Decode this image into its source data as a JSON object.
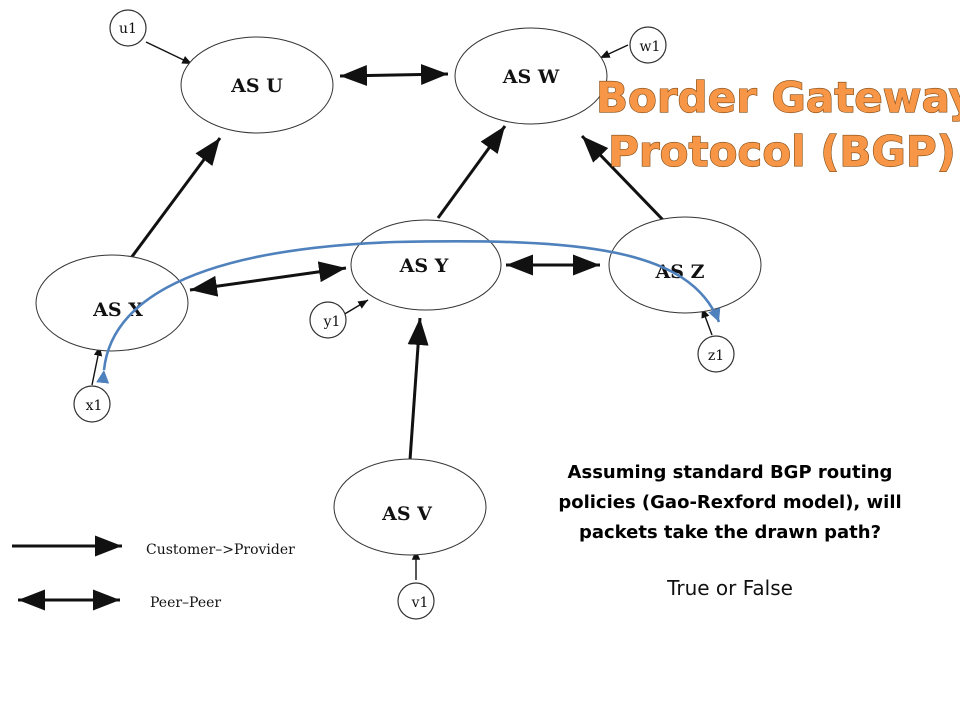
{
  "title": {
    "line1": "Border Gateway",
    "line2": "Protocol (BGP)"
  },
  "nodes": {
    "as_u": "AS U",
    "as_w": "AS W",
    "as_x": "AS X",
    "as_y": "AS Y",
    "as_z": "AS Z",
    "as_v": "AS V"
  },
  "hosts": {
    "u1": "u1",
    "w1": "w1",
    "x1": "x1",
    "y1": "y1",
    "z1": "z1",
    "v1": "v1"
  },
  "legend": {
    "customer_provider": "Customer–>Provider",
    "peer_peer": "Peer–Peer"
  },
  "question": "Assuming standard BGP routing policies (Gao-Rexford model), will packets take the drawn path?",
  "answer": "True or False",
  "colors": {
    "title_fill": "#f79646",
    "path_arrow": "#4f81bd"
  }
}
